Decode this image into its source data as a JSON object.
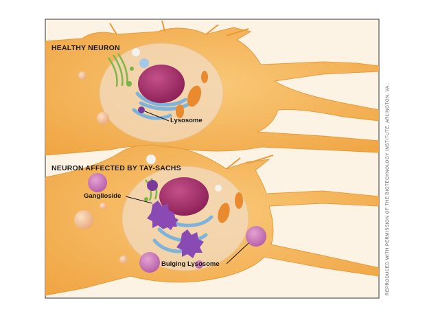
{
  "diagram": {
    "headings": {
      "healthy": "HEALTHY NEURON",
      "affected": "NEURON AFFECTED BY TAY-SACHS"
    },
    "callouts": {
      "lysosome": "Lysosome",
      "ganglioside": "Ganglioside",
      "bulging_lysosome": "Bulging Lysosome"
    },
    "credit": "REPRODUCED WITH PERMISSION OF THE BIOTECHNOLOGY INSTITUTE, ARLINGTON, VA.",
    "colors": {
      "background": "#fdf3e4",
      "neuron_body": "#f6b454",
      "neuron_edge": "#e89a3a",
      "cytoplasm": "#f3dcc2",
      "nucleus": "#a62b66",
      "er": "#7fb3d9",
      "golgi": "#7fb64a",
      "mitochondria": "#e98a2f",
      "lysosome": "#7a3a9a",
      "ganglioside": "#8a4ab3",
      "bulging_lysosome": "#c772b8"
    }
  }
}
